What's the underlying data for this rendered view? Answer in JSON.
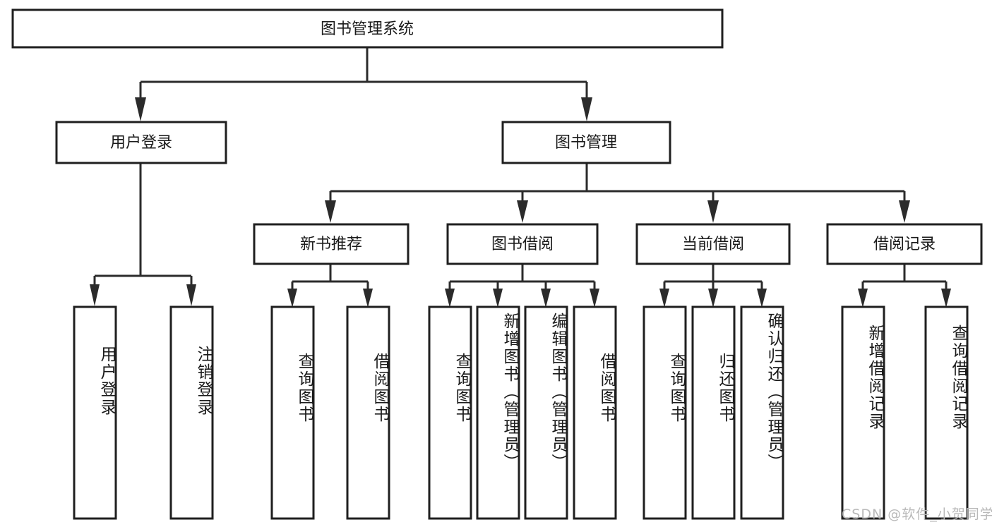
{
  "diagram": {
    "type": "tree-hierarchy",
    "orientation": "top-down",
    "root": {
      "id": "root",
      "label": "图书管理系统"
    },
    "level2": [
      {
        "id": "user-login",
        "label": "用户登录"
      },
      {
        "id": "book-manage",
        "label": "图书管理"
      }
    ],
    "level3": [
      {
        "id": "new-book-rec",
        "label": "新书推荐",
        "parent": "book-manage"
      },
      {
        "id": "book-borrow",
        "label": "图书借阅",
        "parent": "book-manage"
      },
      {
        "id": "current-borrow",
        "label": "当前借阅",
        "parent": "book-manage"
      },
      {
        "id": "borrow-record",
        "label": "借阅记录",
        "parent": "book-manage"
      }
    ],
    "leaves": {
      "user-login": [
        {
          "id": "leaf-user-login",
          "label": "用户登录"
        },
        {
          "id": "leaf-logout",
          "label": "注销登录"
        }
      ],
      "new-book-rec": [
        {
          "id": "leaf-query-book-1",
          "label": "查询图书"
        },
        {
          "id": "leaf-borrow-book-1",
          "label": "借阅图书"
        }
      ],
      "book-borrow": [
        {
          "id": "leaf-query-book-2",
          "label": "查询图书"
        },
        {
          "id": "leaf-add-book",
          "label": "新增图书（管理员）"
        },
        {
          "id": "leaf-edit-book",
          "label": "编辑图书（管理员）"
        },
        {
          "id": "leaf-borrow-book-2",
          "label": "借阅图书"
        }
      ],
      "current-borrow": [
        {
          "id": "leaf-query-book-3",
          "label": "查询图书"
        },
        {
          "id": "leaf-return-book",
          "label": "归还图书"
        },
        {
          "id": "leaf-confirm-return",
          "label": "确认归还（管理员）"
        }
      ],
      "borrow-record": [
        {
          "id": "leaf-add-record",
          "label": "新增借阅记录"
        },
        {
          "id": "leaf-query-record",
          "label": "查询借阅记录"
        }
      ]
    }
  },
  "watermark": {
    "text": "CSDN @软件_小贺同学"
  },
  "colors": {
    "box_stroke": "#1f1f1f",
    "connector": "#2b2b2b",
    "box_fill": "#ffffff",
    "text": "#1a1a1a",
    "watermark": "#b9b9b9",
    "background": "#ffffff"
  }
}
